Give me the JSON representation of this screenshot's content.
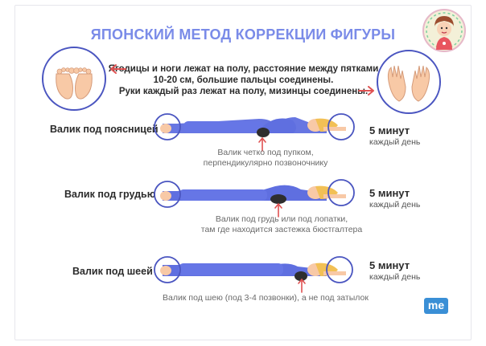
{
  "title": "ЯПОНСКИЙ МЕТОД КОРРЕКЦИИ ФИГУРЫ",
  "rules": [
    "Ягодицы и ноги лежат на полу, расстояние между пятками",
    "10-20 см, большие пальцы соединены.",
    "Руки каждый раз лежат на полу, мизинцы соединены."
  ],
  "steps": [
    {
      "label": "Валик под поясницей",
      "duration": "5 минут",
      "frequency": "каждый день",
      "note": [
        "Валик четко под пупком,",
        "перпендикулярно позвоночнику"
      ]
    },
    {
      "label": "Валик под грудью",
      "duration": "5 минут",
      "frequency": "каждый день",
      "note": [
        "Валик под грудь или под лопатки,",
        "там где находится застежка бюстгалтера"
      ]
    },
    {
      "label": "Валик под шеей",
      "duration": "5 минут",
      "frequency": "каждый день",
      "note": [
        "Валик под шею (под 3-4 позвонки), а не под затылок"
      ]
    }
  ],
  "brand": {
    "logo_text": "me"
  },
  "colors": {
    "accent": "#7a8be8",
    "arrow": "#e05252",
    "body_outline": "#5a6ad8",
    "skin": "#f8c9a6",
    "hair": "#f2c055",
    "clothes": "#5f6fe0",
    "roller": "#2e2e2e",
    "logo_bg": "#3a8fd6"
  }
}
